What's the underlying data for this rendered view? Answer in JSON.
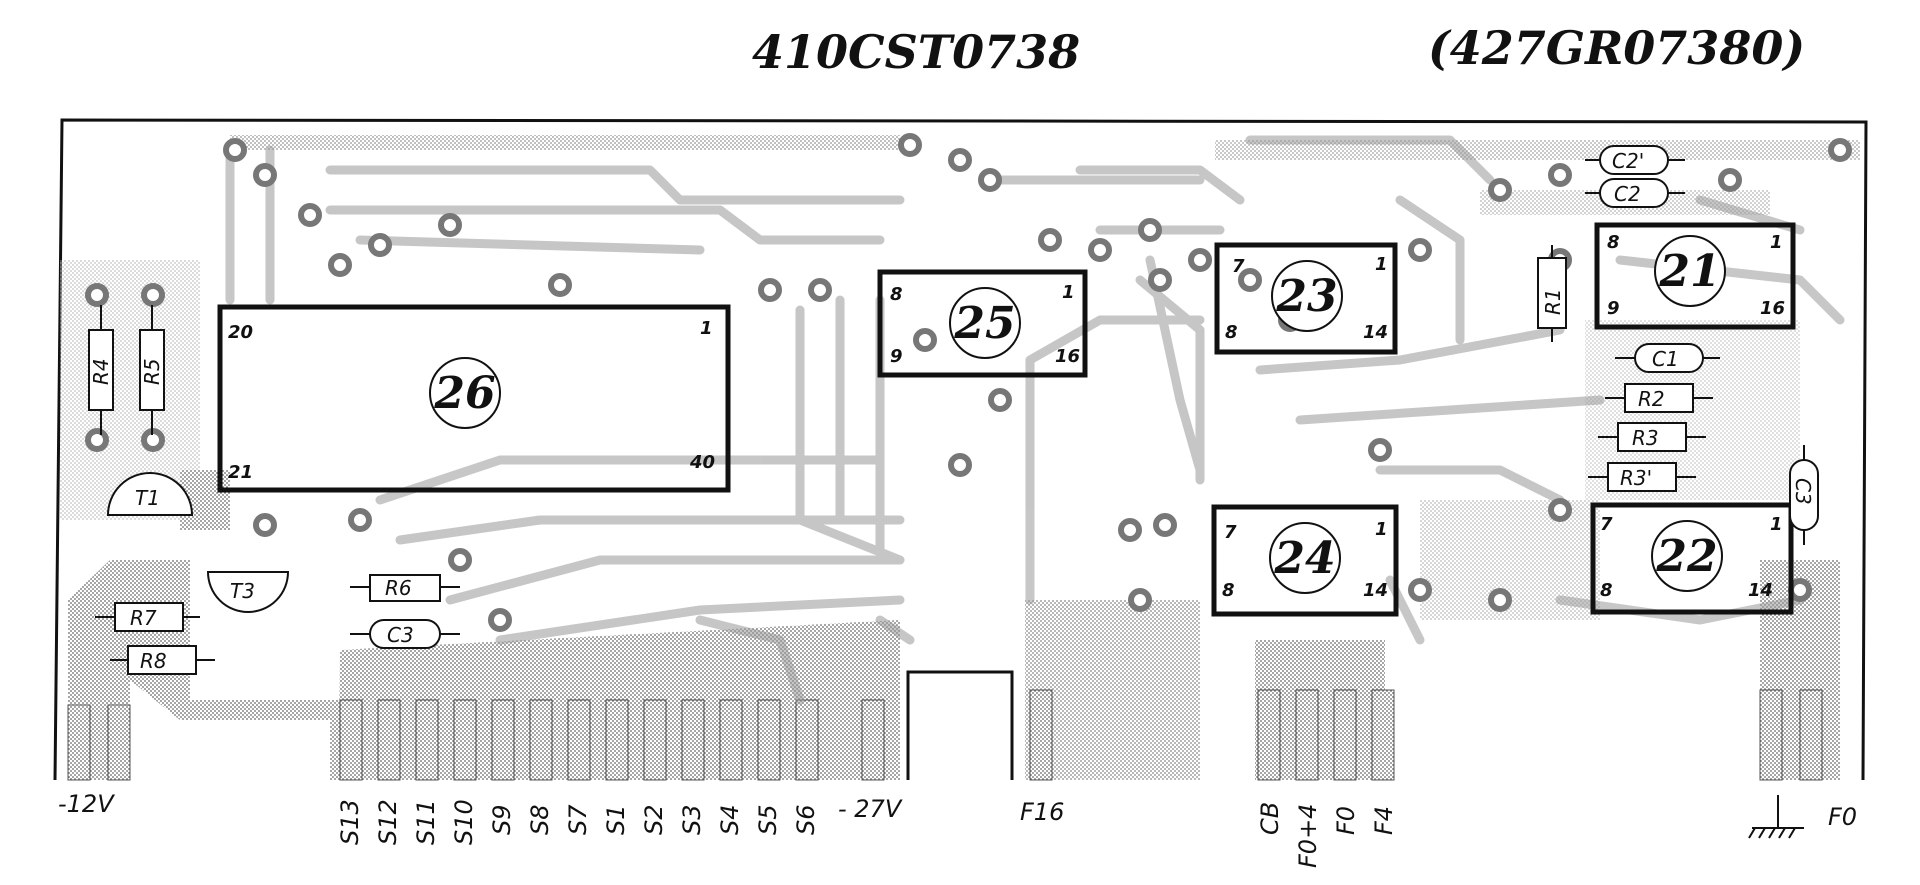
{
  "header": {
    "board_code": "410CST0738",
    "board_code_alt": "(427GR07380)"
  },
  "chips": [
    {
      "number": "26",
      "pins": [
        "20",
        "1",
        "21",
        "40"
      ]
    },
    {
      "number": "25",
      "pins": [
        "8",
        "1",
        "9",
        "16"
      ]
    },
    {
      "number": "23",
      "pins": [
        "7",
        "1",
        "8",
        "14"
      ]
    },
    {
      "number": "21",
      "pins": [
        "8",
        "1",
        "9",
        "16"
      ]
    },
    {
      "number": "24",
      "pins": [
        "7",
        "1",
        "8",
        "14"
      ]
    },
    {
      "number": "22",
      "pins": [
        "7",
        "1",
        "8",
        "14"
      ]
    }
  ],
  "components": {
    "r4": "R4",
    "r5": "R5",
    "t1": "T1",
    "t3": "T3",
    "r6": "R6",
    "c3_left": "C3",
    "r7": "R7",
    "r8": "R8",
    "r1": "R1",
    "c2p": "C2'",
    "c2": "C2",
    "c1": "C1",
    "r2": "R2",
    "r3": "R3",
    "r3p": "R3'",
    "c3_right": "C3"
  },
  "edge_labels": {
    "m12v": "-12V",
    "s13": "S13",
    "s12": "S12",
    "s11": "S11",
    "s10": "S10",
    "s9": "S9",
    "s8": "S8",
    "s7": "S7",
    "s1": "S1",
    "s2": "S2",
    "s3": "S3",
    "s4": "S4",
    "s5": "S5",
    "s6": "S6",
    "m27v": "- 27V",
    "f16": "F16",
    "cb": "CB",
    "f0p4": "F0+4",
    "f0": "F0",
    "f4": "F4",
    "f0_right": "F0"
  }
}
